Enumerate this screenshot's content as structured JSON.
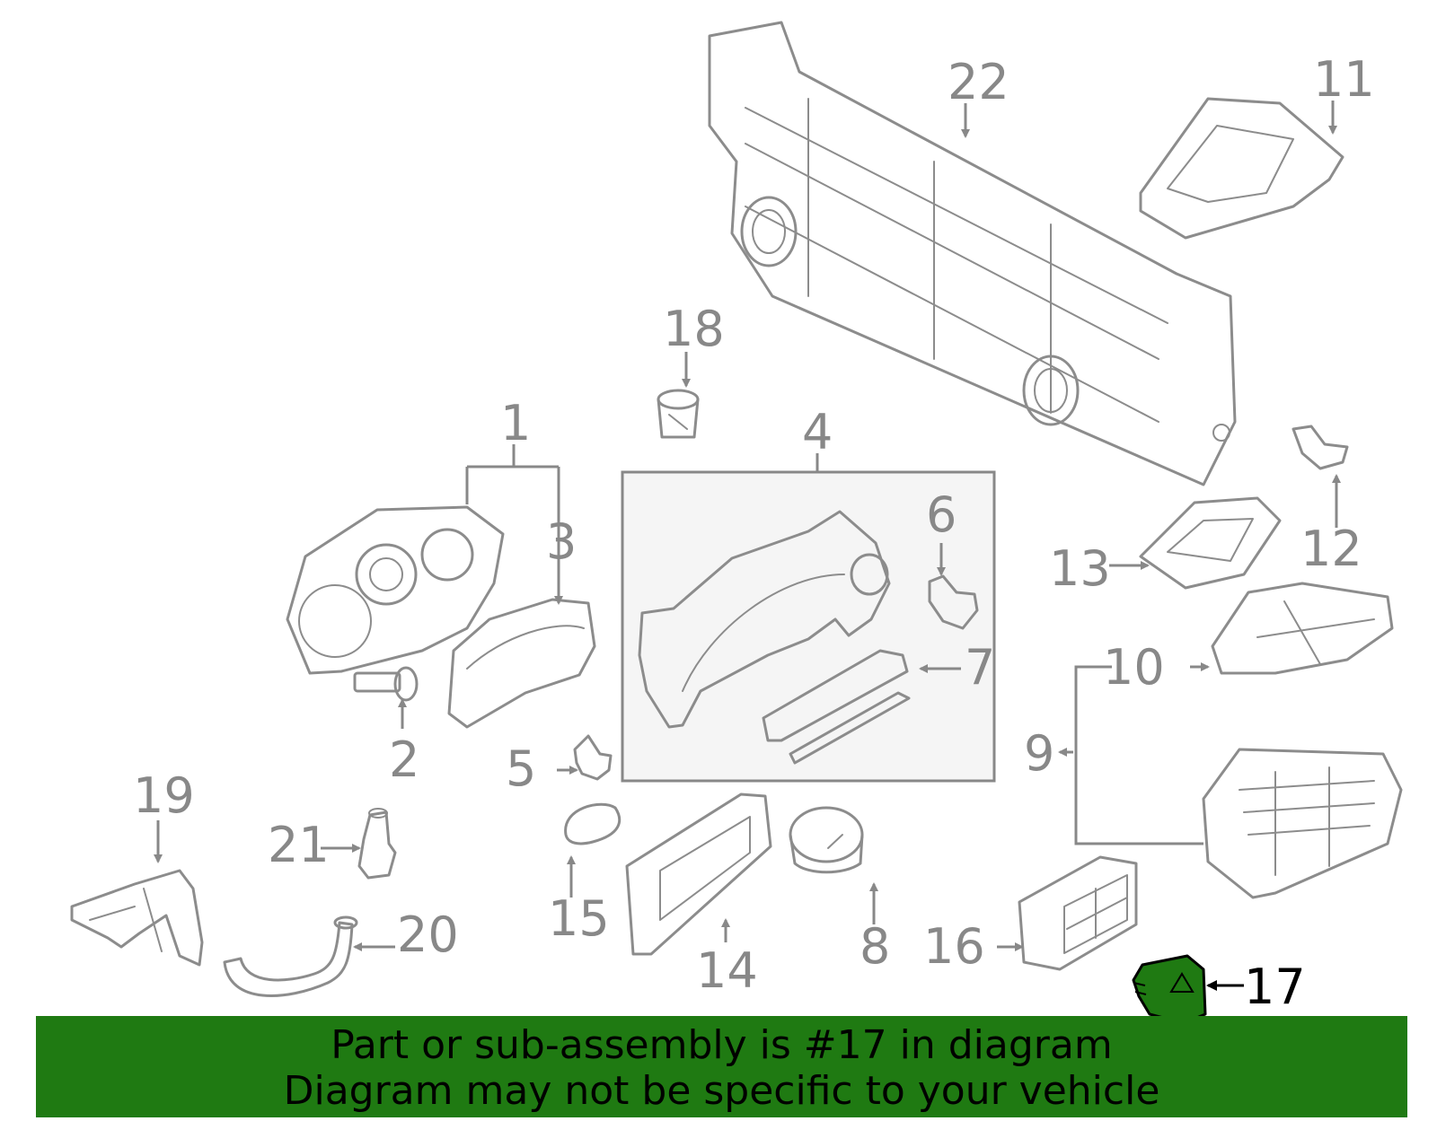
{
  "callouts": [
    {
      "id": "1",
      "label": "1"
    },
    {
      "id": "2",
      "label": "2"
    },
    {
      "id": "3",
      "label": "3"
    },
    {
      "id": "4",
      "label": "4"
    },
    {
      "id": "5",
      "label": "5"
    },
    {
      "id": "6",
      "label": "6"
    },
    {
      "id": "7",
      "label": "7"
    },
    {
      "id": "8",
      "label": "8"
    },
    {
      "id": "9",
      "label": "9"
    },
    {
      "id": "10",
      "label": "10"
    },
    {
      "id": "11",
      "label": "11"
    },
    {
      "id": "12",
      "label": "12"
    },
    {
      "id": "13",
      "label": "13"
    },
    {
      "id": "14",
      "label": "14"
    },
    {
      "id": "15",
      "label": "15"
    },
    {
      "id": "16",
      "label": "16"
    },
    {
      "id": "17",
      "label": "17"
    },
    {
      "id": "18",
      "label": "18"
    },
    {
      "id": "19",
      "label": "19"
    },
    {
      "id": "20",
      "label": "20"
    },
    {
      "id": "21",
      "label": "21"
    },
    {
      "id": "22",
      "label": "22"
    }
  ],
  "highlighted_part": "17",
  "colors": {
    "line_art": "#8c8c8c",
    "highlight_part": "#1f7a12",
    "banner_background": "#1f7a12",
    "banner_text": "#000000"
  },
  "banner": {
    "line1": "Part or sub-assembly is #17 in diagram",
    "line2": "Diagram may not be specific to your vehicle"
  }
}
